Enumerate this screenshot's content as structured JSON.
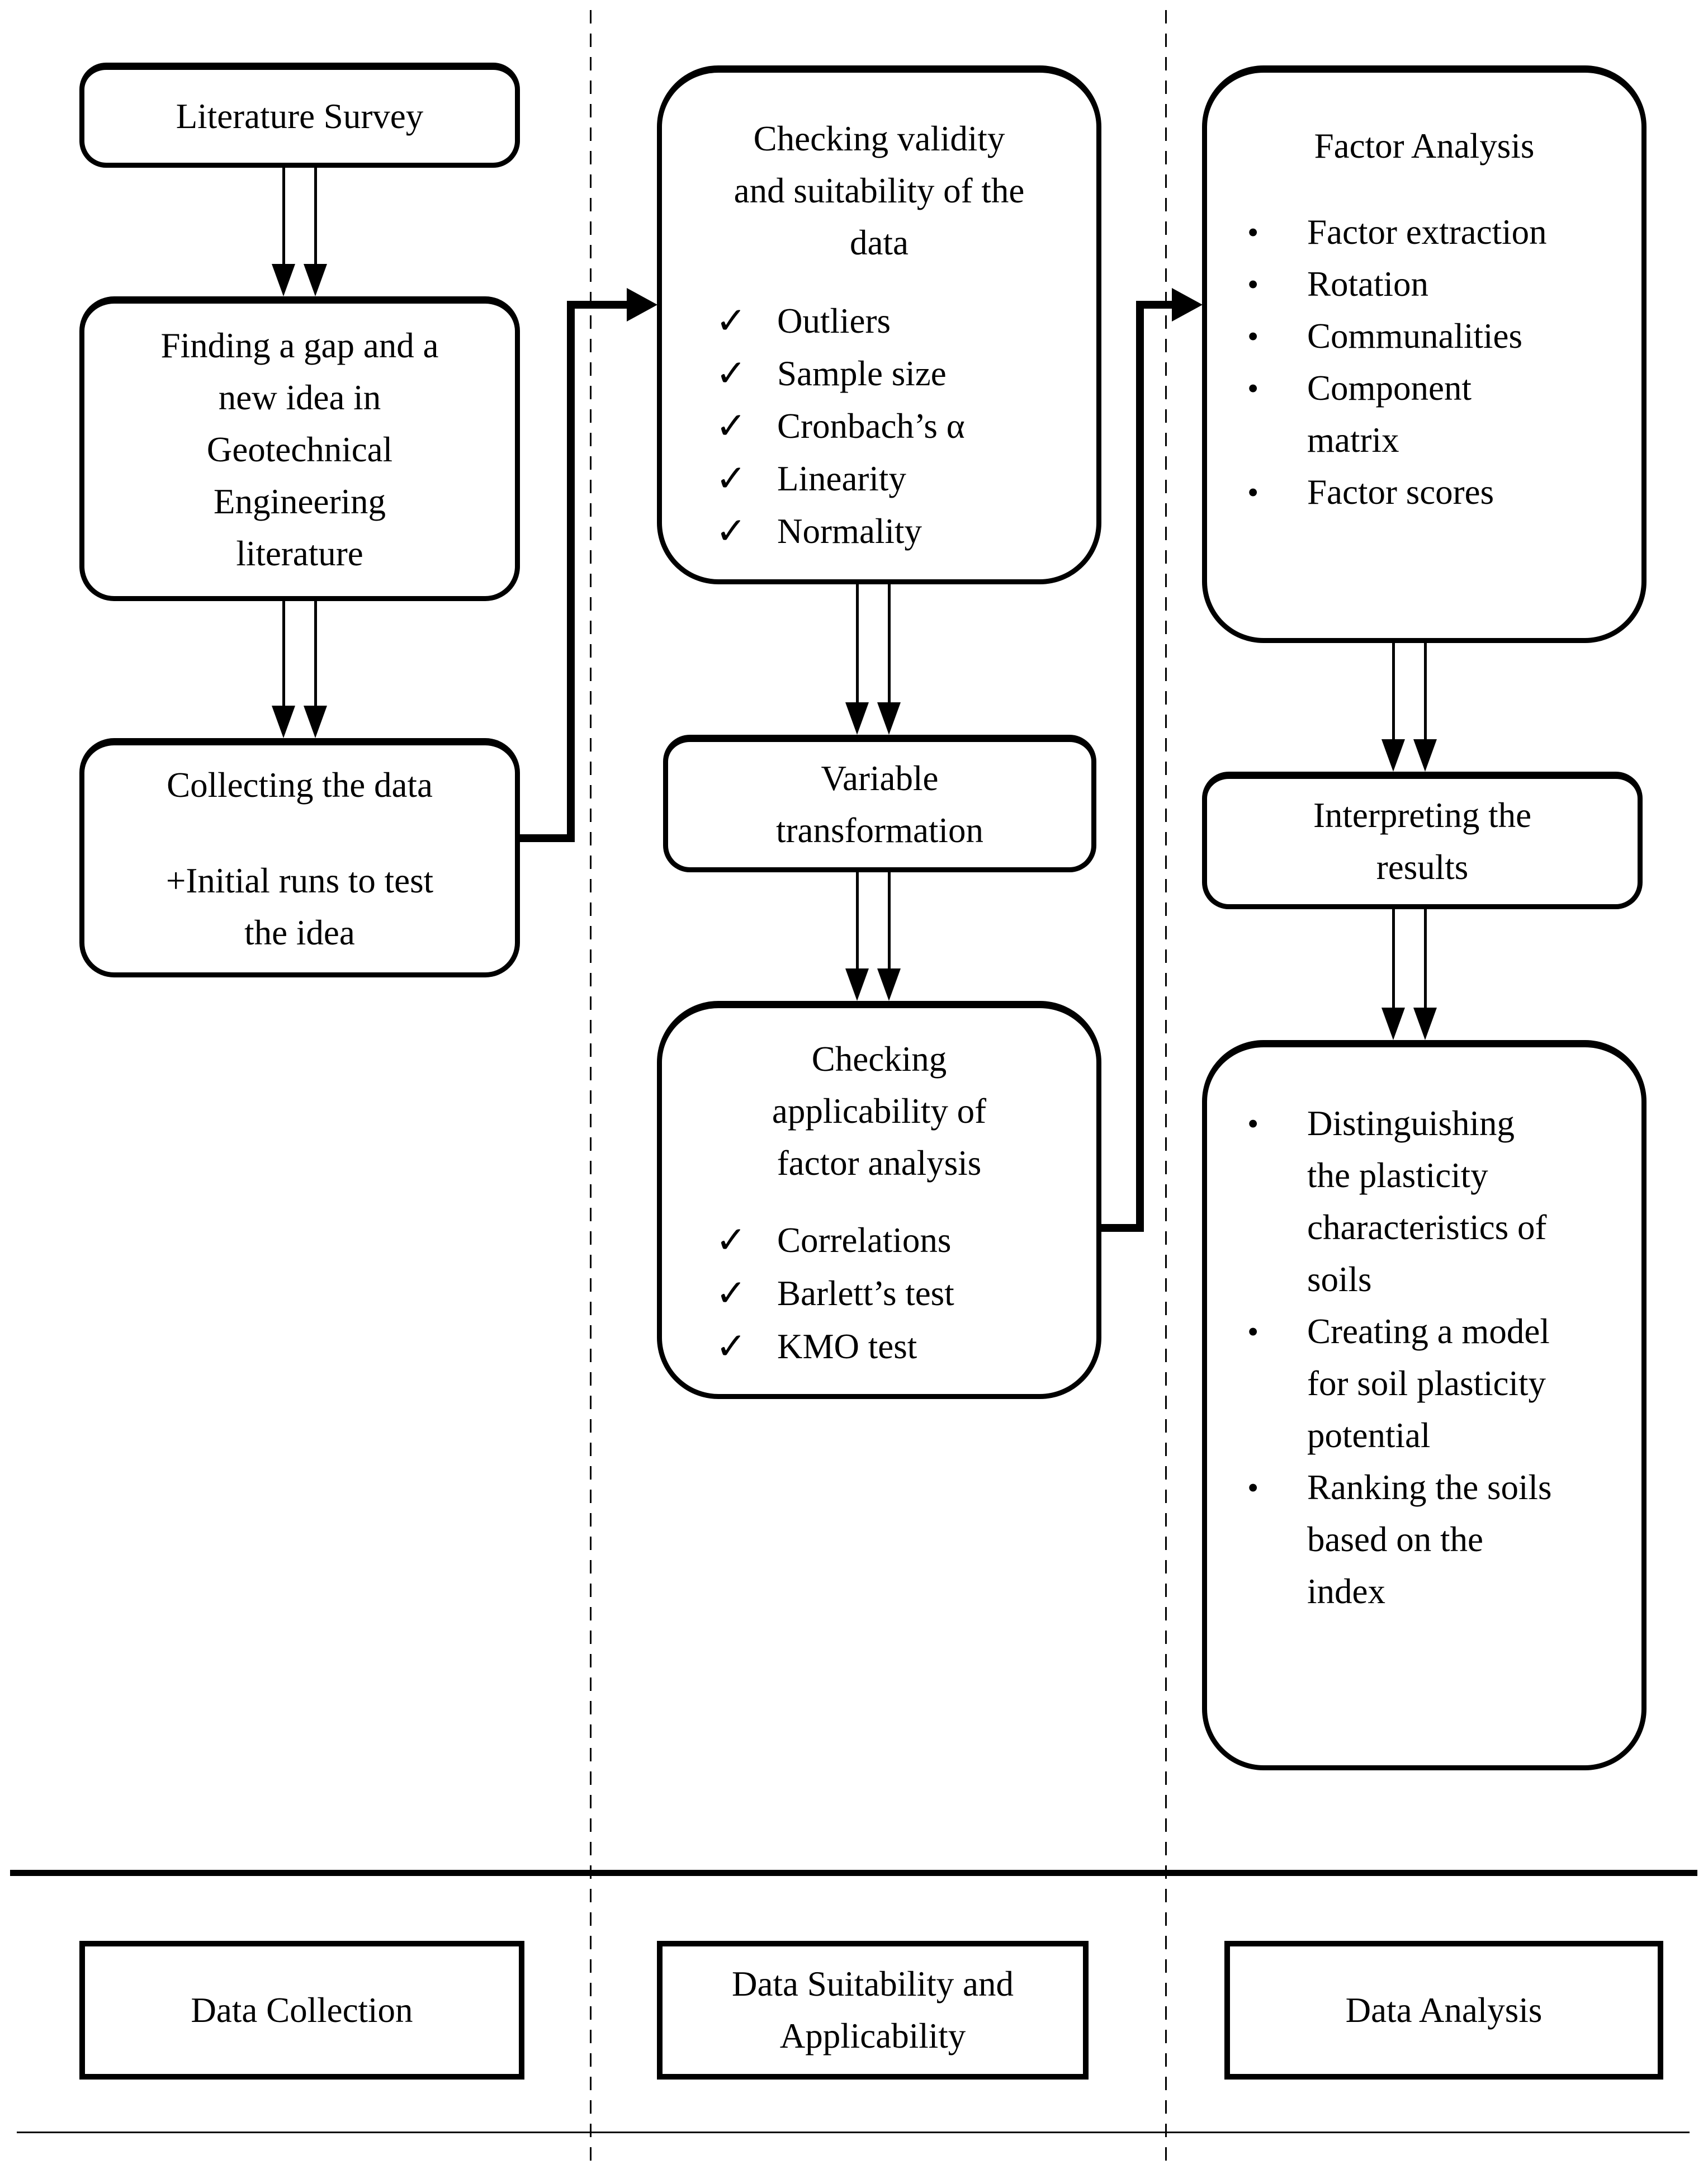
{
  "icons": {
    "check": "✓",
    "bullet": "•"
  },
  "colors": {
    "line": "#000000",
    "background": "#ffffff"
  },
  "stages": {
    "data_collection": {
      "label": "Data Collection",
      "literature_survey": "Literature Survey",
      "finding_gap_lines": [
        "Finding a gap and a",
        "new idea in",
        "Geotechnical",
        "Engineering",
        "literature"
      ],
      "collecting_data_lines": [
        "Collecting the data",
        "+Initial runs to test",
        "the idea"
      ]
    },
    "data_suitability": {
      "label_lines": [
        "Data Suitability and",
        "Applicability"
      ],
      "checking_validity_title_lines": [
        "Checking validity",
        "and suitability of the",
        "data"
      ],
      "checking_validity_items": [
        "Outliers",
        "Sample size",
        "Cronbach’s α",
        "Linearity",
        "Normality"
      ],
      "variable_transformation_lines": [
        "Variable",
        "transformation"
      ],
      "checking_applicability_title_lines": [
        "Checking",
        "applicability of",
        "factor analysis"
      ],
      "checking_applicability_items": [
        "Correlations",
        "Barlett’s test",
        "KMO test"
      ]
    },
    "data_analysis": {
      "label": "Data Analysis",
      "factor_analysis_title": "Factor Analysis",
      "factor_analysis_items": [
        "Factor extraction",
        "Rotation",
        "Communalities",
        "Component matrix",
        "Factor scores"
      ],
      "interpreting_lines": [
        "Interpreting the",
        "results"
      ],
      "outcome_items": [
        "Distinguishing the plasticity characteristics of soils",
        "Creating a model for soil plasticity potential",
        "Ranking the soils based on the index"
      ]
    }
  }
}
